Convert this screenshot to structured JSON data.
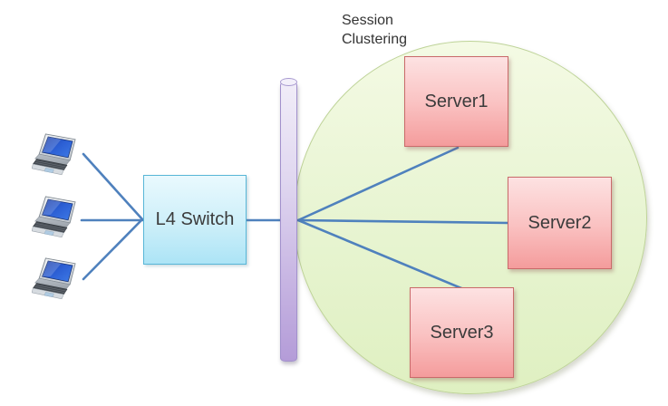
{
  "diagram": {
    "session_cluster_label": "Session Clustering",
    "switch": {
      "label": "L4 Switch"
    },
    "servers": [
      {
        "label": "Server1"
      },
      {
        "label": "Server2"
      },
      {
        "label": "Server3"
      }
    ],
    "clients": [
      {
        "icon": "laptop-icon"
      },
      {
        "icon": "laptop-icon"
      },
      {
        "icon": "laptop-icon"
      }
    ],
    "edges": [
      {
        "from": "client-1",
        "to": "l4-switch"
      },
      {
        "from": "client-2",
        "to": "l4-switch"
      },
      {
        "from": "client-3",
        "to": "l4-switch"
      },
      {
        "from": "l4-switch",
        "to": "bus-pillar"
      },
      {
        "from": "bus-pillar",
        "to": "server-1"
      },
      {
        "from": "bus-pillar",
        "to": "server-2"
      },
      {
        "from": "bus-pillar",
        "to": "server-3"
      }
    ],
    "colors": {
      "connector_line": "#4F81BD",
      "switch_fill": "#BDE9F7",
      "switch_border": "#58B6D7",
      "server_fill": "#F8AFAF",
      "server_border": "#C96A6A",
      "cluster_fill": "#E4F2CB",
      "cluster_border": "#BED398",
      "pillar_fill": "#C5B1E1",
      "pillar_border": "#A291CC",
      "label_text": "#3B3B3B"
    }
  }
}
